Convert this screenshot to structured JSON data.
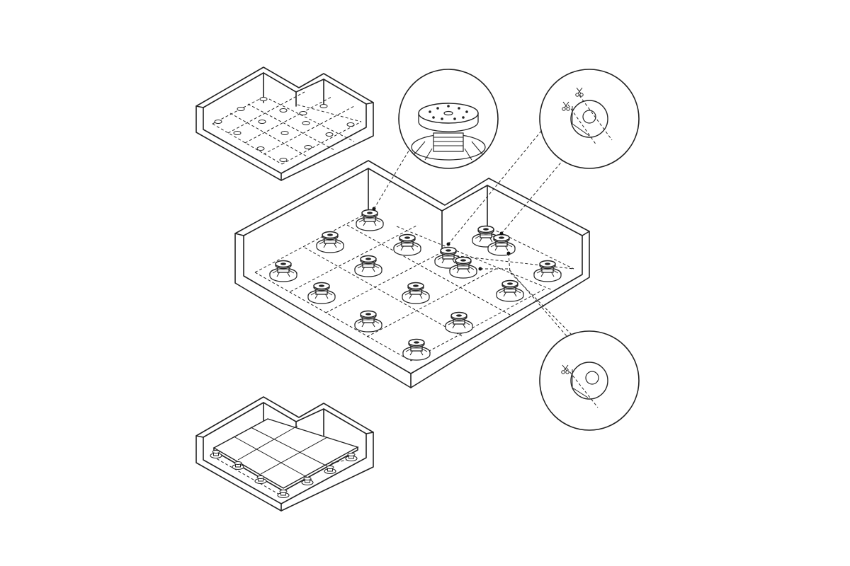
{
  "diagram": {
    "panels": [
      {
        "id": "before",
        "stage": "floor-with-grid-and-dots"
      },
      {
        "id": "main",
        "stage": "pedestals-installed"
      },
      {
        "id": "after",
        "stage": "tiles-laid"
      }
    ],
    "callouts": [
      {
        "id": "pedestal-detail",
        "icon": "pedestal-head-icon"
      },
      {
        "id": "cut-corner-detail",
        "icon": "scissors-icon"
      },
      {
        "id": "cut-edge-detail",
        "icon": "scissors-icon"
      }
    ],
    "colors": {
      "line": "#222222",
      "background": "#ffffff"
    }
  }
}
